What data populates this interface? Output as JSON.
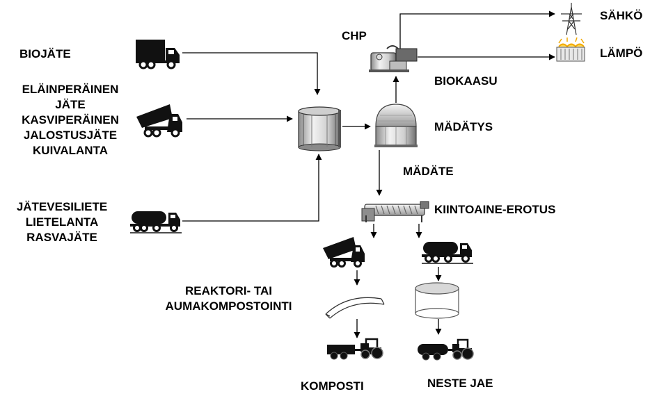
{
  "labels": {
    "biojate": "BIOJÄTE",
    "inputs_group_2": [
      "ELÄINPERÄINEN",
      "JÄTE",
      "KASVIPERÄINEN",
      "JALOSTUSJÄTE",
      "KUIVALANTA"
    ],
    "inputs_group_3": [
      "JÄTEVESILIETE",
      "LIETELANTA",
      "RASVAJÄTE"
    ],
    "chp": "CHP",
    "sahko": "SÄHKÖ",
    "lampo": "LÄMPÖ",
    "biokaasu": "BIOKAASU",
    "madatys": "MÄDÄTYS",
    "madate": "MÄDÄTE",
    "kiintoaine_erotus": "KIINTOAINE-EROTUS",
    "kompostointi": [
      "REAKTORI- TAI",
      "AUMAKOMPOSTOINTI"
    ],
    "komposti": "KOMPOSTI",
    "neste_jae": "NESTE JAE"
  },
  "icons": [
    "box-truck-icon",
    "dump-truck-icon",
    "tanker-truck-icon",
    "mixing-tank-icon",
    "digester-dome-icon",
    "chp-engine-icon",
    "power-pylon-icon",
    "radiator-heat-icon",
    "separator-screw-icon",
    "compost-tunnel-icon",
    "storage-tank-icon",
    "tractor-trailer-icon",
    "tractor-tanker-icon"
  ],
  "colors": {
    "ink": "#000000",
    "metal_light": "#e6e6e6",
    "metal_dark": "#7a7a7a"
  }
}
